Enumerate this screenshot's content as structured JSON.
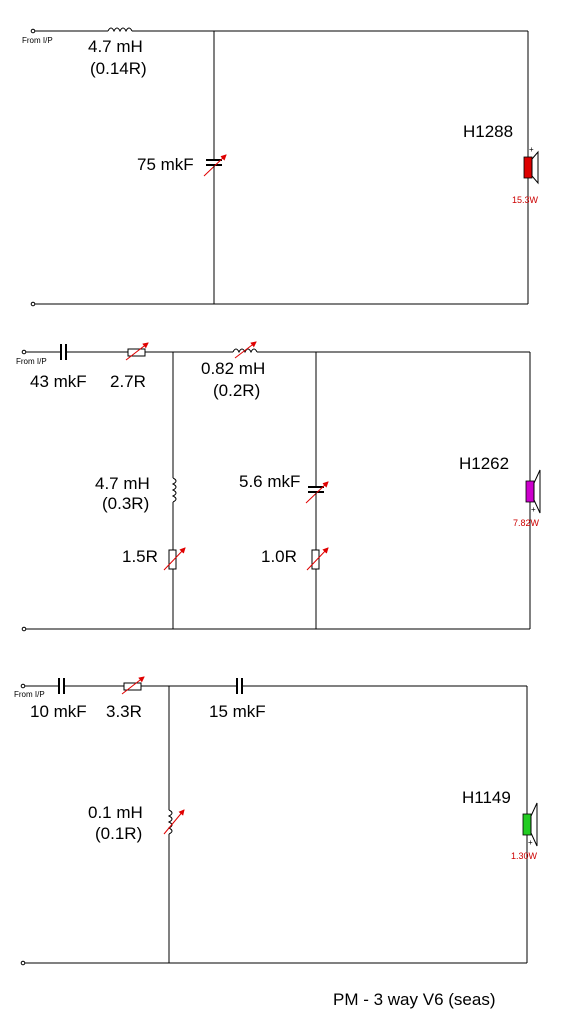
{
  "colors": {
    "wire": "#000000",
    "adjust_arrow": "#e00000",
    "power_text": "#cc0000",
    "driver_tweeter": "#dd0000",
    "driver_mid": "#cc00cc",
    "driver_woofer": "#22cc22"
  },
  "icons": [
    "inductor-icon",
    "capacitor-icon",
    "resistor-icon",
    "speaker-icon",
    "adjust-arrow-icon",
    "terminal-icon"
  ],
  "title": "PM - 3 way V6 (seas)",
  "sections": [
    {
      "input_label": "From I/P",
      "l1": {
        "value": "4.7 mH",
        "resistance": "(0.14R)"
      },
      "c1": {
        "value": "75 mkF"
      },
      "driver": {
        "name": "H1288",
        "power": "15.3W",
        "plus": "+"
      }
    },
    {
      "input_label": "From I/P",
      "c1": {
        "value": "43 mkF"
      },
      "r1": {
        "value": "2.7R"
      },
      "l1": {
        "value": "0.82 mH",
        "resistance": "(0.2R)"
      },
      "l2": {
        "value": "4.7 mH",
        "resistance": "(0.3R)"
      },
      "r2": {
        "value": "1.5R"
      },
      "c2": {
        "value": "5.6 mkF"
      },
      "r3": {
        "value": "1.0R"
      },
      "driver": {
        "name": "H1262",
        "power": "7.82W",
        "plus": "+"
      }
    },
    {
      "input_label": "From I/P",
      "c1": {
        "value": "10 mkF"
      },
      "r1": {
        "value": "3.3R"
      },
      "c2": {
        "value": "15 mkF"
      },
      "l1": {
        "value": "0.1 mH",
        "resistance": "(0.1R)"
      },
      "driver": {
        "name": "H1149",
        "power": "1.30W",
        "plus": "+"
      }
    }
  ]
}
